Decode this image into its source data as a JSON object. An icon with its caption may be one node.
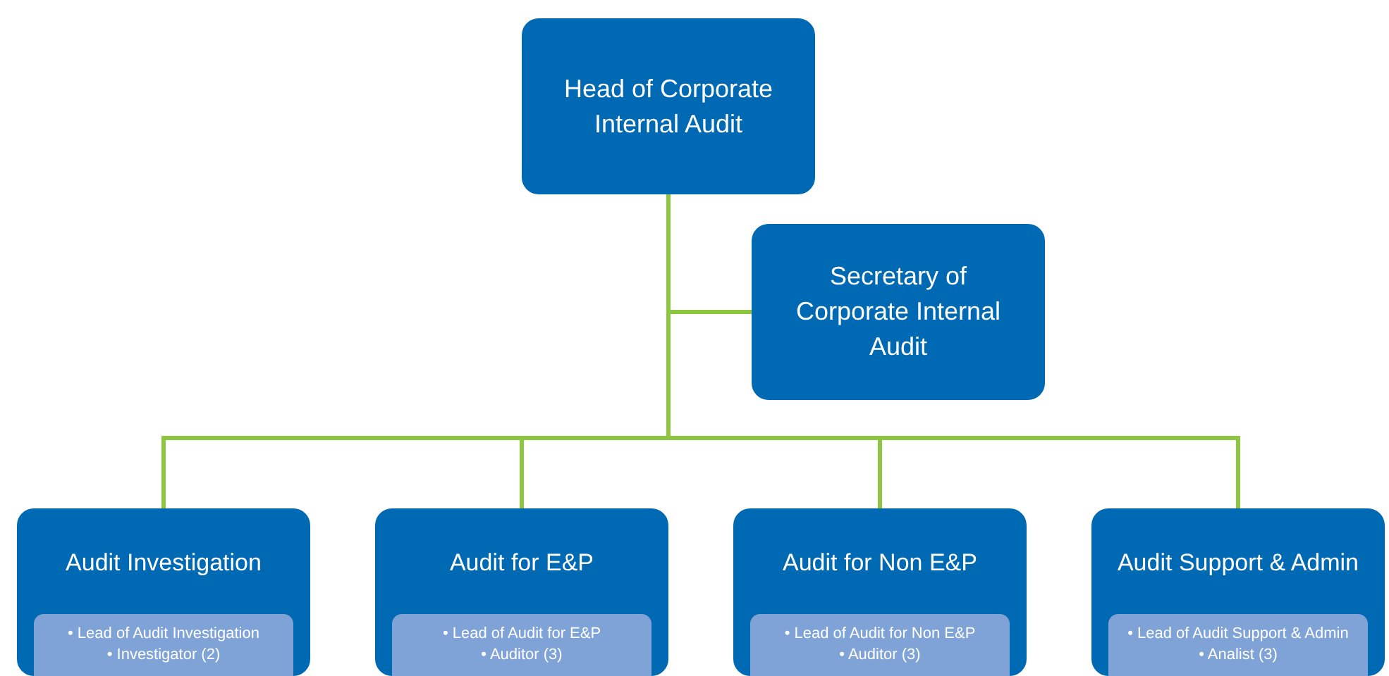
{
  "diagram": {
    "nodes": [
      {
        "text": [
          "Head of Corporate Internal Audit"
        ]
      },
      {
        "text": [
          "Secretary of Corporate Internal Audit"
        ]
      },
      {
        "text": [
          "Audit Investigation"
        ]
      },
      {
        "text": [
          "• Lead of Audit Investigation",
          "• Investigator (2)"
        ],
        "in": 2
      },
      {
        "text": [
          "Audit for E&P"
        ]
      },
      {
        "text": [
          "• Lead of Audit for E&P",
          "• Auditor (3)"
        ],
        "in": 4
      },
      {
        "text": [
          "Audit for Non E&P"
        ]
      },
      {
        "text": [
          "• Lead of Audit for Non E&P",
          "• Auditor (3)"
        ],
        "in": 6
      },
      {
        "text": [
          "Audit Support & Admin"
        ]
      },
      {
        "text": [
          "• Lead of Audit Support & Admin",
          "• Analist (3)"
        ],
        "in": 8
      }
    ],
    "edges": [
      {
        "from": 0,
        "to": 1,
        "arrow": "none"
      },
      {
        "from": 0,
        "to": 2,
        "arrow": "none"
      },
      {
        "from": 0,
        "to": 4,
        "arrow": "none"
      },
      {
        "from": 0,
        "to": 6,
        "arrow": "none"
      },
      {
        "from": 0,
        "to": 8,
        "arrow": "none"
      }
    ]
  }
}
